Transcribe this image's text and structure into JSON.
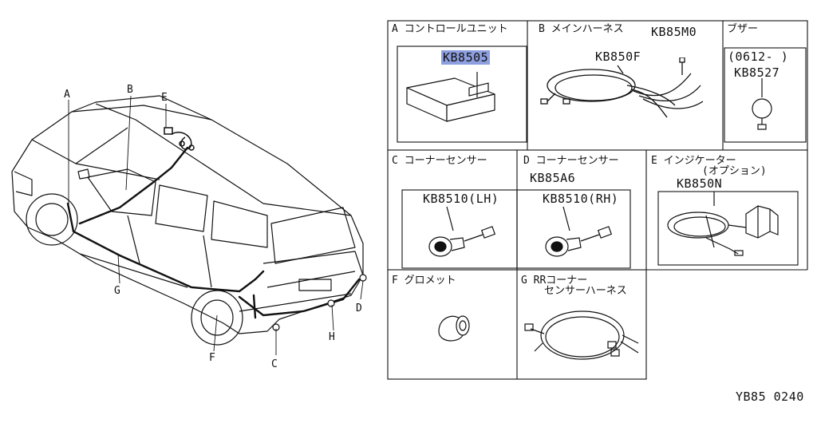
{
  "car_callouts": {
    "a": "A",
    "b": "B",
    "c": "C",
    "d": "D",
    "e": "E",
    "f": "F",
    "g": "G",
    "h": "H"
  },
  "panels": {
    "a": {
      "title": "A コントロールユニット",
      "part": "KB8505"
    },
    "b": {
      "title": "B メインハーネス",
      "part_top": "KB85M0",
      "part_main": "KB850F"
    },
    "buzzer": {
      "title": "ブザー",
      "date": "(0612-  )",
      "part": "KB8527"
    },
    "c": {
      "title": "C コーナーセンサー",
      "part": "KB8510(LH)"
    },
    "d": {
      "title": "D コーナーセンサー",
      "part_group": "KB85A6",
      "part": "KB8510(RH)"
    },
    "e": {
      "title": "E インジケーター",
      "title2": "(オプション)",
      "part": "KB850N"
    },
    "f": {
      "title": "F グロメット"
    },
    "g": {
      "title": "G RRコーナー",
      "title2": "センサーハーネス"
    }
  },
  "figure_id": "YB85 0240",
  "colors": {
    "highlight": "#8e9fe0",
    "line": "#111111"
  }
}
